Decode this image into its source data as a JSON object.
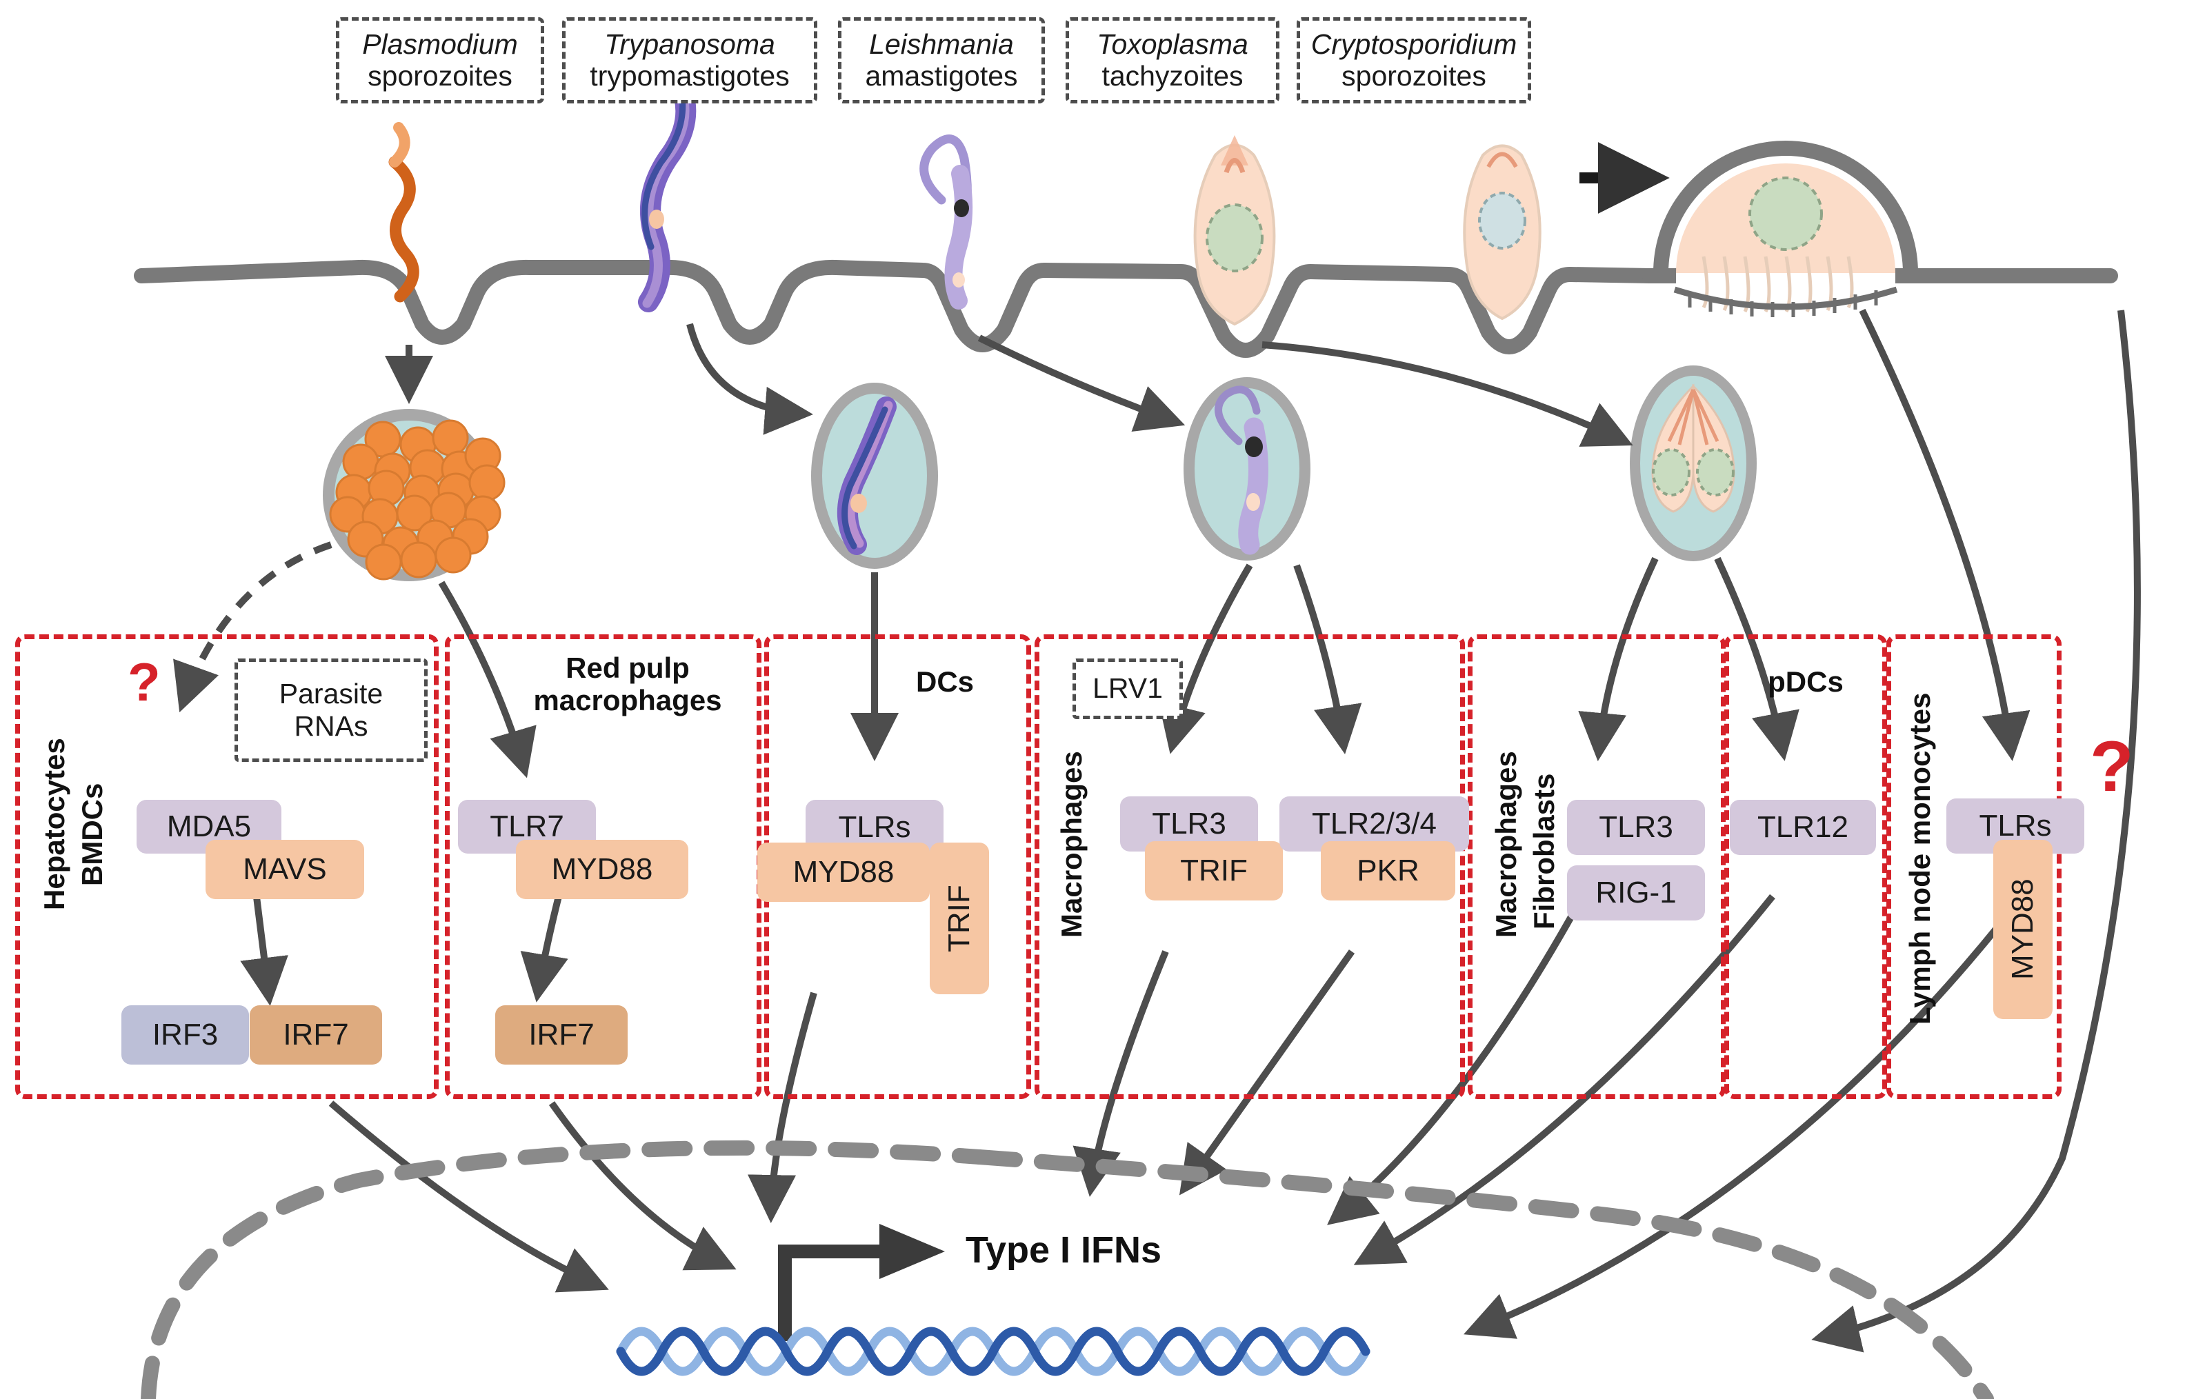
{
  "figure": {
    "title": "Type I IFN induction pathways by protozoan parasites",
    "output_label": "Type I IFNs",
    "unknown_marker": "?",
    "colors": {
      "receptor_purple": "#d4c8dc",
      "adaptor_orange": "#f6c6a3",
      "irf3_blue": "#bcbfd7",
      "irf7_tan": "#deab7f",
      "compartment_red": "#d6222a",
      "membrane_gray": "#7a7a7a",
      "arrow_gray": "#4d4d4d",
      "dna_light": "#8fb4e3",
      "dna_dark": "#2d5aa8",
      "cell_cytoplasm": "#bcdcdb",
      "cell_wall": "#a8a8a8",
      "plasmodium_orange": "#d0621a",
      "merozoite_orange": "#f08b3c",
      "trypanosome_purple": "#6f5bb5",
      "leishmania_purple": "#b3a5d9",
      "toxoplasma_peach": "#fbdcc8",
      "nucleus_green": "#c9dcc0"
    }
  },
  "parasites": [
    {
      "id": "plasmodium",
      "genus": "Plasmodium",
      "stage": "sporozoites"
    },
    {
      "id": "trypanosoma",
      "genus": "Trypanosoma",
      "stage": "trypomastigotes"
    },
    {
      "id": "leishmania",
      "genus": "Leishmania",
      "stage": "amastigotes"
    },
    {
      "id": "toxoplasma",
      "genus": "Toxoplasma",
      "stage": "tachyzoites"
    },
    {
      "id": "cryptosporidium",
      "genus": "Cryptosporidium",
      "stage": "sporozoites"
    }
  ],
  "compartments": [
    {
      "id": "hepatocytes-bmdcs",
      "title": "",
      "vertical_title": "Hepatocytes\nBMDCs",
      "subbox": "Parasite\nRNAs",
      "question": "?",
      "proteins": [
        {
          "label": "MDA5",
          "type": "receptor"
        },
        {
          "label": "MAVS",
          "type": "adaptor"
        },
        {
          "label": "IRF3",
          "type": "irf3"
        },
        {
          "label": "IRF7",
          "type": "irf7"
        }
      ]
    },
    {
      "id": "red-pulp-macrophages",
      "title": "Red pulp\nmacrophages",
      "vertical_title": "",
      "proteins": [
        {
          "label": "TLR7",
          "type": "receptor"
        },
        {
          "label": "MYD88",
          "type": "adaptor"
        },
        {
          "label": "IRF7",
          "type": "irf7"
        }
      ]
    },
    {
      "id": "dcs",
      "title": "DCs",
      "vertical_title": "",
      "proteins": [
        {
          "label": "TLRs",
          "type": "receptor"
        },
        {
          "label": "MYD88",
          "type": "adaptor"
        },
        {
          "label": "TRIF",
          "type": "adaptor"
        }
      ]
    },
    {
      "id": "macrophages",
      "title": "",
      "vertical_title": "Macrophages",
      "subbox": "LRV1",
      "proteins": [
        {
          "label": "TLR3",
          "type": "receptor"
        },
        {
          "label": "TRIF",
          "type": "adaptor"
        },
        {
          "label": "TLR2/3/4",
          "type": "receptor"
        },
        {
          "label": "PKR",
          "type": "adaptor"
        }
      ]
    },
    {
      "id": "macrophages-fibroblasts",
      "title": "",
      "vertical_title": "Macrophages\nFibroblasts",
      "proteins": [
        {
          "label": "TLR3",
          "type": "receptor"
        },
        {
          "label": "RIG-1",
          "type": "receptor"
        }
      ]
    },
    {
      "id": "pdcs",
      "title": "pDCs",
      "vertical_title": "",
      "proteins": [
        {
          "label": "TLR12",
          "type": "receptor"
        }
      ]
    },
    {
      "id": "lymph-node-monocytes",
      "title": "",
      "vertical_title": "Lymph node monocytes",
      "proteins": [
        {
          "label": "TLRs",
          "type": "receptor"
        },
        {
          "label": "MYD88",
          "type": "adaptor"
        }
      ]
    }
  ],
  "labels": {
    "parasite_rnas": "Parasite\nRNAs",
    "lrv1": "LRV1",
    "hepatocytes_bmdcs_line1": "Hepatocytes",
    "hepatocytes_bmdcs_line2": "BMDCs",
    "red_pulp_line1": "Red pulp",
    "red_pulp_line2": "macrophages",
    "dcs": "DCs",
    "macrophages": "Macrophages",
    "macrophages_fibro_line1": "Macrophages",
    "macrophages_fibro_line2": "Fibroblasts",
    "pdcs": "pDCs",
    "lymph_node_monocytes": "Lymph node monocytes",
    "type_i_ifns": "Type I IFNs",
    "question_left": "?",
    "question_right": "?"
  },
  "proteins": {
    "mda5": "MDA5",
    "mavs": "MAVS",
    "irf3": "IRF3",
    "irf7_a": "IRF7",
    "tlr7": "TLR7",
    "myd88_a": "MYD88",
    "irf7_b": "IRF7",
    "tlrs_a": "TLRs",
    "myd88_b": "MYD88",
    "trif_a": "TRIF",
    "tlr3_a": "TLR3",
    "trif_b": "TRIF",
    "tlr234": "TLR2/3/4",
    "pkr": "PKR",
    "tlr3_b": "TLR3",
    "rig1": "RIG-1",
    "tlr12": "TLR12",
    "tlrs_b": "TLRs",
    "myd88_c": "MYD88"
  }
}
